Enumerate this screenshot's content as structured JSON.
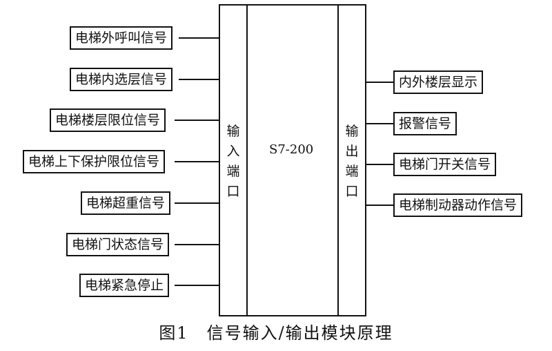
{
  "diagram": {
    "inputs": [
      "电梯外呼叫信号",
      "电梯内选层信号",
      "电梯楼层限位信号",
      "电梯上下保护限位信号",
      "电梯超重信号",
      "电梯门状态信号",
      "电梯紧急停止"
    ],
    "outputs": [
      "内外楼层显示",
      "报警信号",
      "电梯门开关信号",
      "电梯制动器动作信号"
    ],
    "input_port": [
      "输",
      "入",
      "端",
      "口"
    ],
    "output_port": [
      "输",
      "出",
      "端",
      "口"
    ],
    "center": "S7-200"
  },
  "caption": "图1　信号输入/输出模块原理"
}
